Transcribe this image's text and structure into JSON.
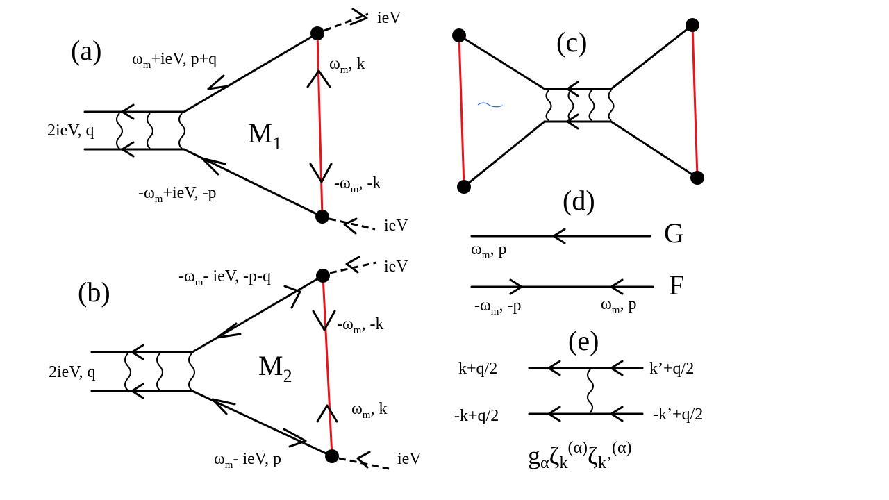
{
  "panels": {
    "a": {
      "tag": "(a)",
      "name": "M",
      "name_sub": "1",
      "top_prop": {
        "w": "ω",
        "w_sub": "m",
        "rest": "+ieV, p+q"
      },
      "bot_prop": {
        "pre": "-ω",
        "w_sub": "m",
        "rest": "+ieV, -p"
      },
      "red_top": {
        "w": "ω",
        "w_sub": "m",
        "rest": ", k"
      },
      "red_bot": {
        "pre": "-ω",
        "w_sub": "m",
        "rest": ", -k"
      },
      "vertex_top": "ieV",
      "vertex_bot": "ieV",
      "ladder": "2ieV, q"
    },
    "b": {
      "tag": "(b)",
      "name": "M",
      "name_sub": "2",
      "top_prop": {
        "pre": "-ω",
        "w_sub": "m",
        "rest": "- ieV, -p-q"
      },
      "bot_prop": {
        "w": "ω",
        "w_sub": "m",
        "rest": "- ieV, p"
      },
      "red_top": {
        "pre": "-ω",
        "w_sub": "m",
        "rest": ", -k"
      },
      "red_bot": {
        "w": "ω",
        "w_sub": "m",
        "rest": ", k"
      },
      "vertex_top": "ieV",
      "vertex_bot": "ieV",
      "ladder": "2ieV, q"
    },
    "c": {
      "tag": "(c)"
    },
    "d": {
      "tag": "(d)",
      "g_name": "G",
      "f_name": "F",
      "g_label": {
        "w": "ω",
        "w_sub": "m",
        "rest": ", p"
      },
      "f_label_left": {
        "pre": "-ω",
        "w_sub": "m",
        "rest": ", -p"
      },
      "f_label_right": {
        "w": "ω",
        "w_sub": "m",
        "rest": ", p"
      }
    },
    "e": {
      "tag": "(e)",
      "top_left": "k+q/2",
      "top_right": "k’+q/2",
      "bot_left": "-k+q/2",
      "bot_right": "-k’+q/2",
      "coupling": {
        "g": "g",
        "alpha": "α",
        "zeta": "ζ",
        "k": "k",
        "k2": "k’",
        "sup": "(α)"
      }
    }
  },
  "colors": {
    "line": "#000000",
    "red_line": "#e8141b",
    "background": "#ffffff",
    "scribble": "#3a6fd0"
  }
}
